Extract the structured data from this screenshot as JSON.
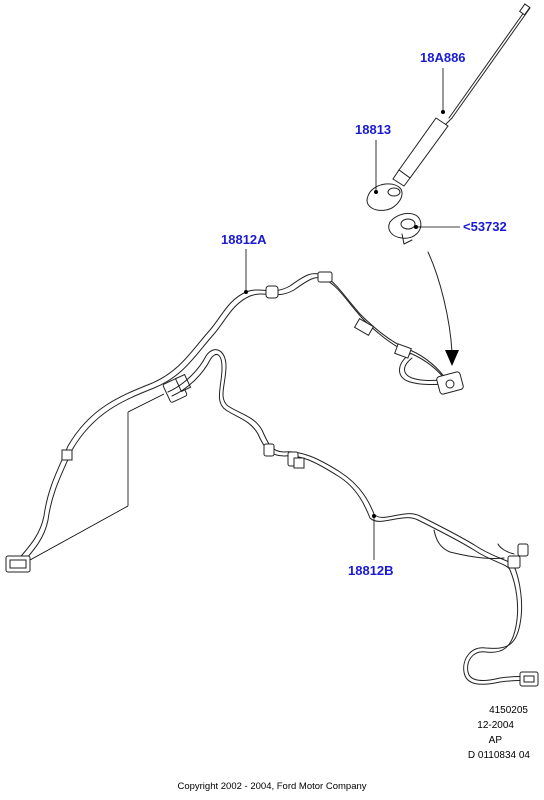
{
  "callouts": {
    "antenna_mast": "18A886",
    "antenna_base": "18813",
    "gasket": "<53732",
    "harness_a": "18812A",
    "harness_b": "18812B"
  },
  "drawing_info": {
    "line1": "4150205",
    "line2": "12-2004",
    "line3": "AP",
    "line4": "D 0110834 04"
  },
  "copyright": "Copyright 2002 - 2004, Ford Motor Company",
  "colors": {
    "callout": "#1a1ad6",
    "lines": "#222222"
  }
}
